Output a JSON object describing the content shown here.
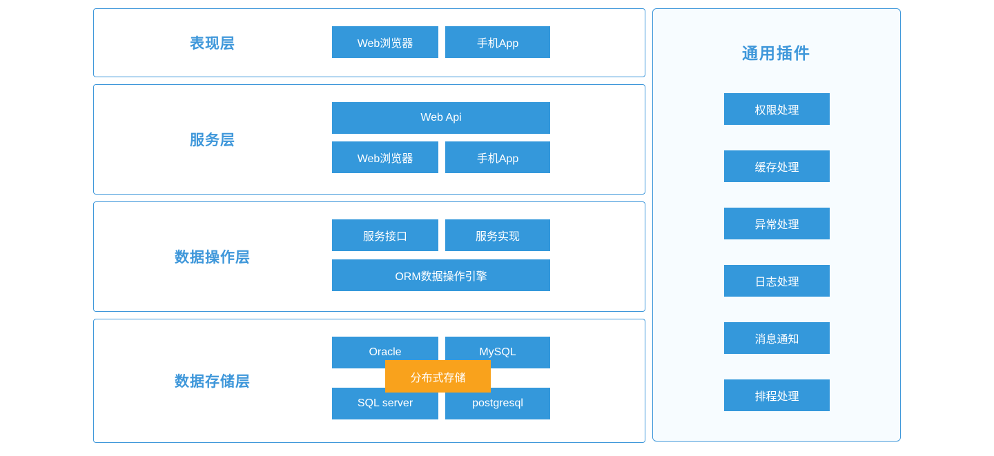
{
  "colors": {
    "node_blue": "#3498db",
    "border_blue": "#3e97da",
    "label_blue": "#3e97da",
    "panel_background": "#f7fcff",
    "overlay_orange": "#f9a21c",
    "node_text": "#ffffff",
    "page_background": "#ffffff"
  },
  "layers": {
    "presentation": {
      "label": "表现层",
      "nodes": [
        "Web浏览器",
        "手机App"
      ]
    },
    "service": {
      "label": "服务层",
      "wide_node": "Web Api",
      "nodes": [
        "Web浏览器",
        "手机App"
      ]
    },
    "data_operation": {
      "label": "数据操作层",
      "nodes": [
        "服务接口",
        "服务实现"
      ],
      "wide_node": "ORM数据操作引擎"
    },
    "data_storage": {
      "label": "数据存储层",
      "nodes_row1": [
        "Oracle",
        "MySQL"
      ],
      "nodes_row2": [
        "SQL server",
        "postgresql"
      ],
      "overlay_node": "分布式存储"
    }
  },
  "plugins_panel": {
    "title": "通用插件",
    "items": [
      "权限处理",
      "缓存处理",
      "异常处理",
      "日志处理",
      "消息通知",
      "排程处理"
    ]
  }
}
